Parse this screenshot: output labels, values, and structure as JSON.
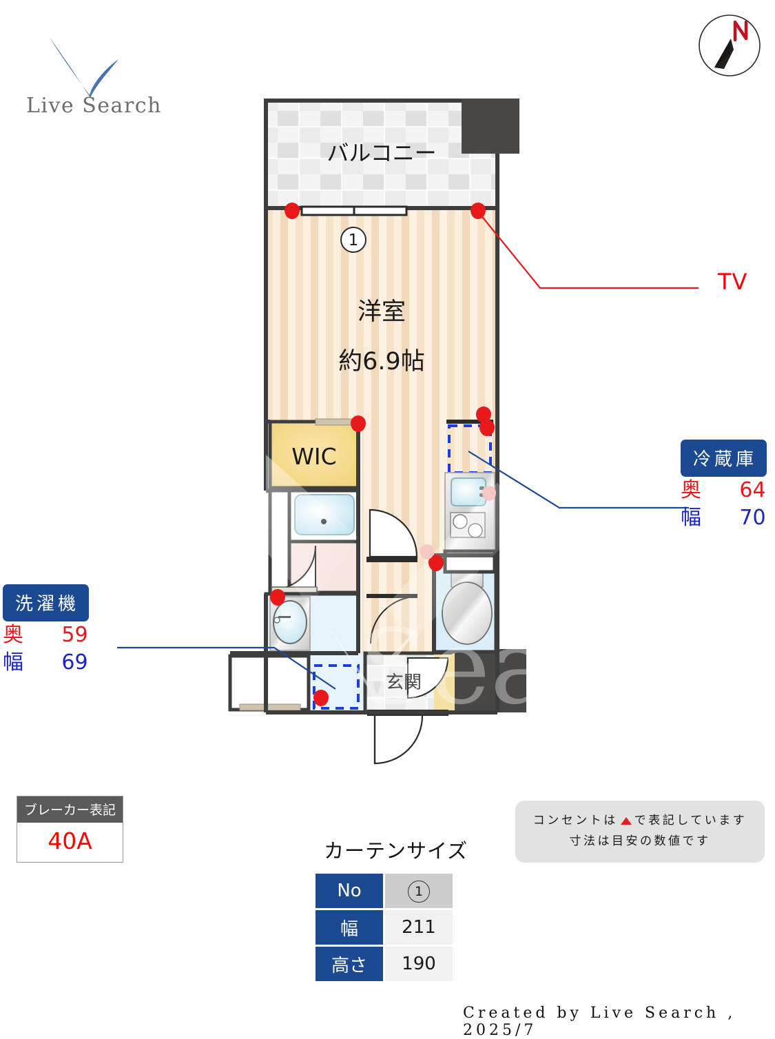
{
  "brand": {
    "logo_text": "Live Search",
    "logo_icon": "check-v-icon"
  },
  "compass": {
    "north_label": "N",
    "icon": "compass-north-icon"
  },
  "floorplan": {
    "rooms": [
      {
        "key": "balcony",
        "label": "バルコニー"
      },
      {
        "key": "main_room",
        "label": "洋室",
        "size": "約6.9帖"
      },
      {
        "key": "wic",
        "label": "WIC"
      },
      {
        "key": "entrance",
        "label": "玄関"
      }
    ],
    "window_marker": "1"
  },
  "callouts": {
    "tv": {
      "label": "TV",
      "color": "#fe0000"
    },
    "fridge": {
      "title": "冷蔵庫",
      "depth_key": "奥",
      "depth_value": "64",
      "width_key": "幅",
      "width_value": "70",
      "badge_color": "#1b4a92"
    },
    "washer": {
      "title": "洗濯機",
      "depth_key": "奥",
      "depth_value": "59",
      "width_key": "幅",
      "width_value": "69",
      "badge_color": "#1b4a92"
    }
  },
  "breaker": {
    "title": "ブレーカー表記",
    "value": "40A",
    "value_color": "#fe0000"
  },
  "note": {
    "line1_before": "コンセントは",
    "line1_after": "で表記しています",
    "line2": "寸法は目安の数値です",
    "marker_icon": "triangle-outlet-icon",
    "marker_color": "#e02020"
  },
  "curtain": {
    "title": "カーテンサイズ",
    "rows": [
      {
        "header": "No",
        "value": "1",
        "value_is_circle": true
      },
      {
        "header": "幅",
        "value": "211",
        "value_is_circle": false
      },
      {
        "header": "高さ",
        "value": "190",
        "value_is_circle": false
      }
    ]
  },
  "footer": {
    "text": "Created by Live Search , 2025/7"
  }
}
